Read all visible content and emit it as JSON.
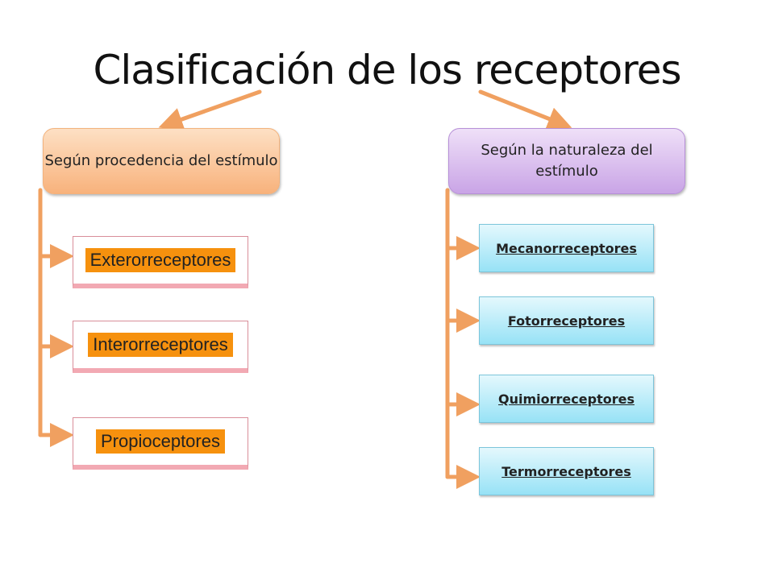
{
  "title": "Clasificación de los receptores",
  "left": {
    "label": "Según procedencia del estímulo",
    "items": [
      "Exterorreceptores",
      "Interorreceptores",
      "Propioceptores"
    ]
  },
  "right": {
    "label": "Según la naturaleza del estímulo",
    "items": [
      "Mecanorreceptores",
      "Fotorreceptores",
      "Quimiorreceptores",
      "Termorreceptores"
    ]
  },
  "colors": {
    "connector": "#f0a060",
    "highlight": "#f6910e"
  }
}
